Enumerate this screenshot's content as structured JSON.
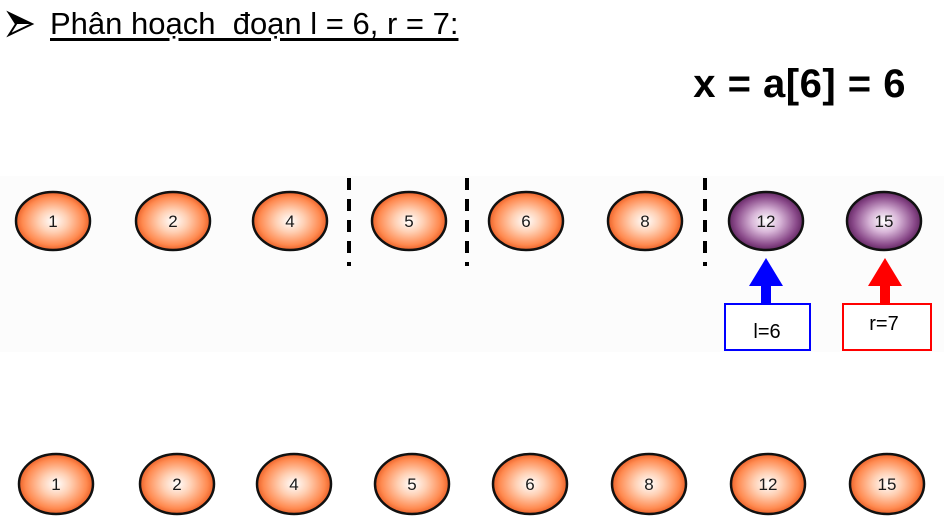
{
  "heading": {
    "text": "Phân hoạch  đoạn l = 6, r = 7:"
  },
  "pivot_text": "x = a[6] = 6",
  "row1": [
    {
      "value": "1",
      "style": "orange"
    },
    {
      "value": "2",
      "style": "orange"
    },
    {
      "value": "4",
      "style": "orange"
    },
    {
      "value": "5",
      "style": "orange"
    },
    {
      "value": "6",
      "style": "orange"
    },
    {
      "value": "8",
      "style": "orange"
    },
    {
      "value": "12",
      "style": "purple"
    },
    {
      "value": "15",
      "style": "purple"
    }
  ],
  "row2": [
    {
      "value": "1",
      "style": "orange"
    },
    {
      "value": "2",
      "style": "orange"
    },
    {
      "value": "4",
      "style": "orange"
    },
    {
      "value": "5",
      "style": "orange"
    },
    {
      "value": "6",
      "style": "orange"
    },
    {
      "value": "8",
      "style": "orange"
    },
    {
      "value": "12",
      "style": "orange"
    },
    {
      "value": "15",
      "style": "orange"
    }
  ],
  "pointers": [
    {
      "label": "l=6",
      "target_index": 6,
      "color": "#0000ff"
    },
    {
      "label": "r=7",
      "target_index": 7,
      "color": "#ff0000"
    }
  ],
  "colors": {
    "orange_center": "#ffffff",
    "orange_mid": "#ff9a66",
    "orange_edge": "#e8501a",
    "purple_center": "#ffffff",
    "purple_mid": "#9c5c9c",
    "purple_edge": "#5c1f5c"
  }
}
